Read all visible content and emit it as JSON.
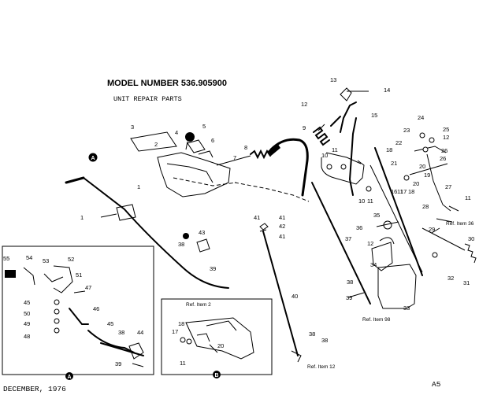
{
  "header": {
    "model_number": "MODEL NUMBER 536.905900",
    "subtitle": "UNIT REPAIR PARTS"
  },
  "footer": {
    "date": "DECEMBER, 1976",
    "page_code": "A5"
  },
  "callouts": {
    "a": "A",
    "b": "B"
  },
  "references": {
    "item_36": "Ref. Item 36",
    "item_98": "Ref. Item 98",
    "item_2": "Ref. Item 2",
    "item_12": "Ref. Item 12"
  },
  "part_numbers": {
    "p1": "1",
    "p2": "2",
    "p3": "3",
    "p4": "4",
    "p5": "5",
    "p6": "6",
    "p7": "7",
    "p8": "8",
    "p9": "9",
    "p10": "10",
    "p10b": "10",
    "p11": "11",
    "p11b": "11",
    "p11c": "11",
    "p11d": "11",
    "p12": "12",
    "p12b": "12",
    "p12c": "12",
    "p13": "13",
    "p14": "14",
    "p15": "15",
    "p16": "16",
    "p17": "17",
    "p17b": "17",
    "p18": "18",
    "p18b": "18",
    "p18c": "18",
    "p19": "19",
    "p20": "20",
    "p20b": "20",
    "p21": "21",
    "p22": "22",
    "p23": "23",
    "p24": "24",
    "p25": "25",
    "p26": "26",
    "p27": "27",
    "p28": "28",
    "p29": "29",
    "p30": "30",
    "p31": "31",
    "p32": "32",
    "p33": "33",
    "p34": "34",
    "p35": "35",
    "p36": "36",
    "p37": "37",
    "p38": "38",
    "p38b": "38",
    "p38c": "38",
    "p39": "39",
    "p39b": "39",
    "p39c": "39",
    "p40": "40",
    "p41": "41",
    "p41b": "41",
    "p41c": "41",
    "p42": "42",
    "p43": "43",
    "p44": "44",
    "p45": "45",
    "p45b": "45",
    "p46": "46",
    "p47": "47",
    "p48": "48",
    "p49": "49",
    "p50": "50",
    "p51": "51",
    "p52": "52",
    "p53": "53",
    "p54": "54",
    "p55": "55"
  }
}
